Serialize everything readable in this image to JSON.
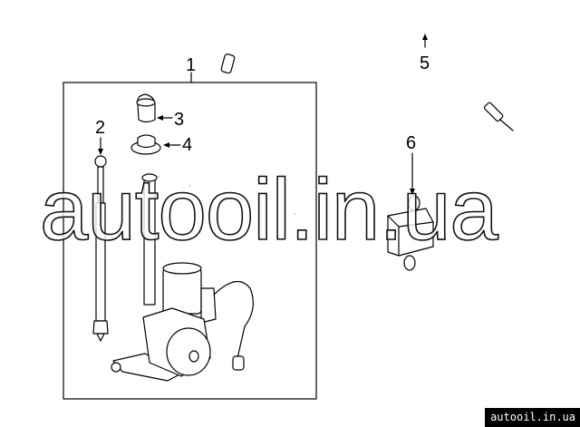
{
  "diagram": {
    "callouts": [
      "1",
      "2",
      "3",
      "4",
      "5",
      "6"
    ],
    "parts": [
      "antenna-assembly",
      "antenna-mast",
      "cap",
      "bezel-nut",
      "antenna-cable",
      "control-relay"
    ]
  },
  "watermark": {
    "text": "autooil.in.ua"
  },
  "badge": {
    "text": "autooil.in.ua"
  }
}
